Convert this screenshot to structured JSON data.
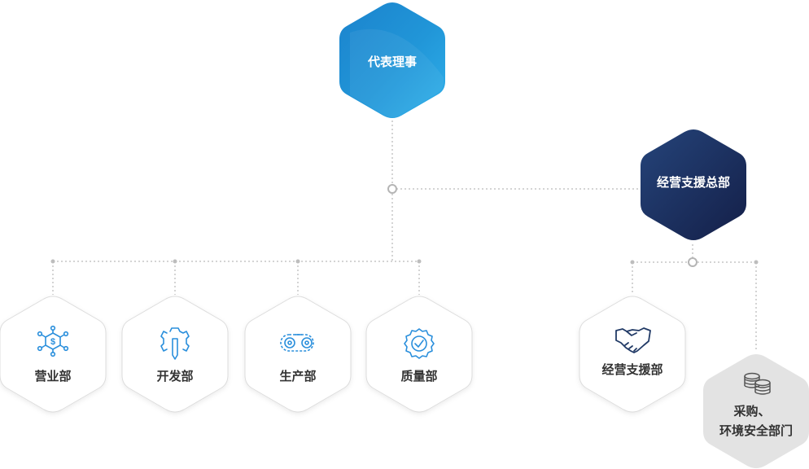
{
  "chart_data": {
    "type": "org-chart",
    "root": {
      "label": "代表理事"
    },
    "staff": {
      "label": "经营支援总部"
    },
    "departments": [
      {
        "label": "营业部",
        "icon": "money-network-icon"
      },
      {
        "label": "开发部",
        "icon": "gear-pencil-icon"
      },
      {
        "label": "生产部",
        "icon": "conveyor-icon"
      },
      {
        "label": "质量部",
        "icon": "quality-badge-icon"
      }
    ],
    "staff_departments": [
      {
        "label": "经营支援部",
        "icon": "handshake-icon"
      },
      {
        "label_lines": [
          "采购、",
          "环境安全部门"
        ],
        "icon": "coins-stack-icon"
      }
    ]
  },
  "colors": {
    "root_gradient": [
      "#1e88d0",
      "#2aa7e6"
    ],
    "staff_gradient": [
      "#1f3a6e",
      "#16234f"
    ],
    "line": "#a9a9a9",
    "icon_blue": "#2a8fdc",
    "icon_navy": "#213a66",
    "gray_hex": "#e3e3e3",
    "text_dark": "#333333"
  }
}
